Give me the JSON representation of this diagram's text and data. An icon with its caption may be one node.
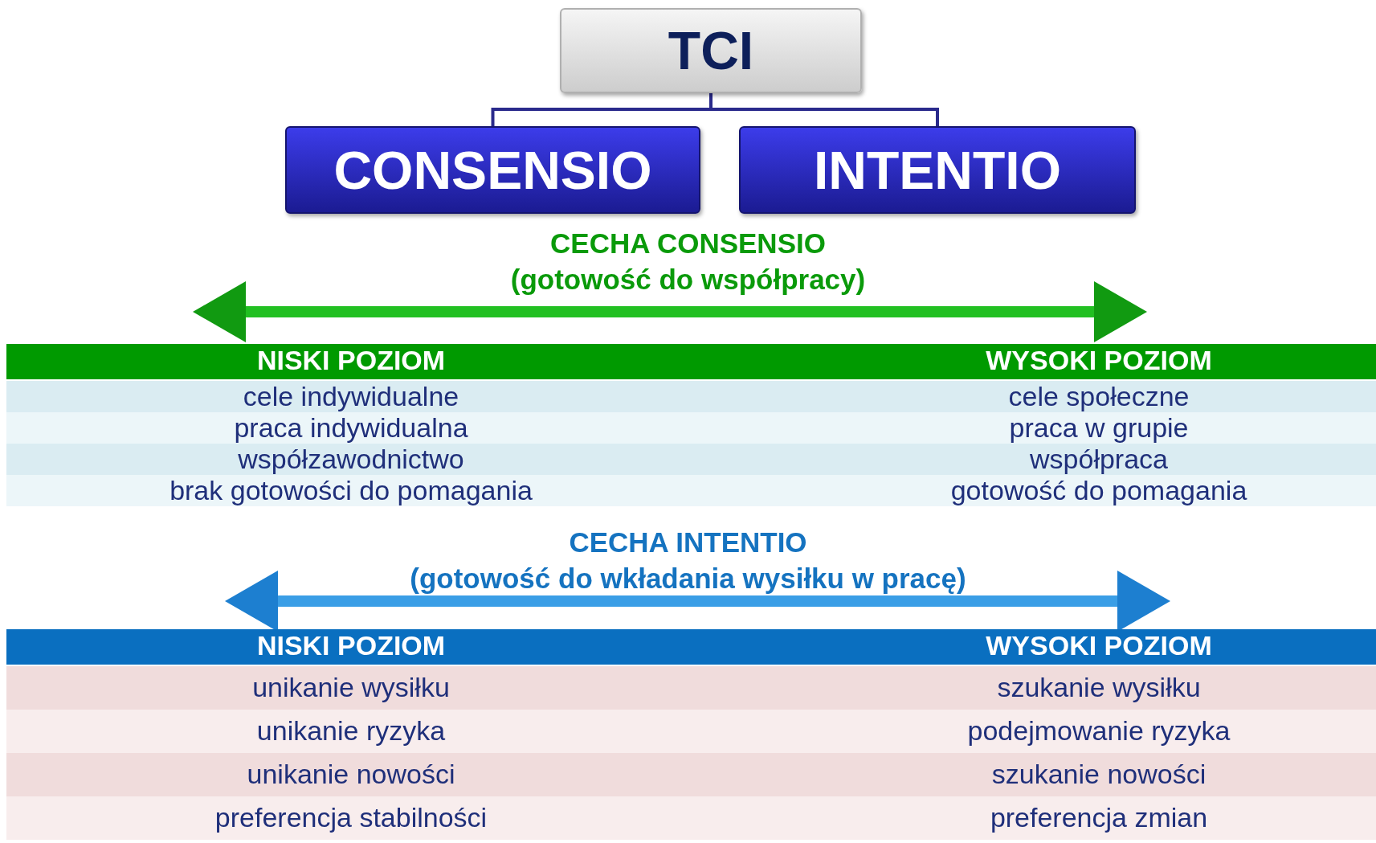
{
  "diagram": {
    "nodes": [
      {
        "text": [
          "TCI"
        ]
      },
      {
        "text": [
          "CONSENSIO"
        ]
      },
      {
        "text": [
          "INTENTIO"
        ]
      }
    ],
    "edges": [
      {
        "from": 0,
        "to": 1,
        "arrow": "none"
      },
      {
        "from": 0,
        "to": 2,
        "arrow": "none"
      }
    ],
    "labels": [
      "CECHA CONSENSIO",
      "(gotowość do współpracy)",
      "NISKI POZIOM",
      "WYSOKI POZIOM",
      "cele indywidualne",
      "cele społeczne",
      "praca indywidualna",
      "praca w grupie",
      "współzawodnictwo",
      "współpraca",
      "brak gotowości do pomagania",
      "gotowość do pomagania",
      "CECHA INTENTIO",
      "(gotowość do wkładania wysiłku w pracę)",
      "NISKI POZIOM",
      "WYSOKI POZIOM",
      "unikanie wysiłku",
      "szukanie wysiłku",
      "unikanie ryzyka",
      "podejmowanie ryzyka",
      "unikanie nowości",
      "szukanie nowości",
      "preferencja stabilności",
      "preferencja zmian"
    ]
  }
}
